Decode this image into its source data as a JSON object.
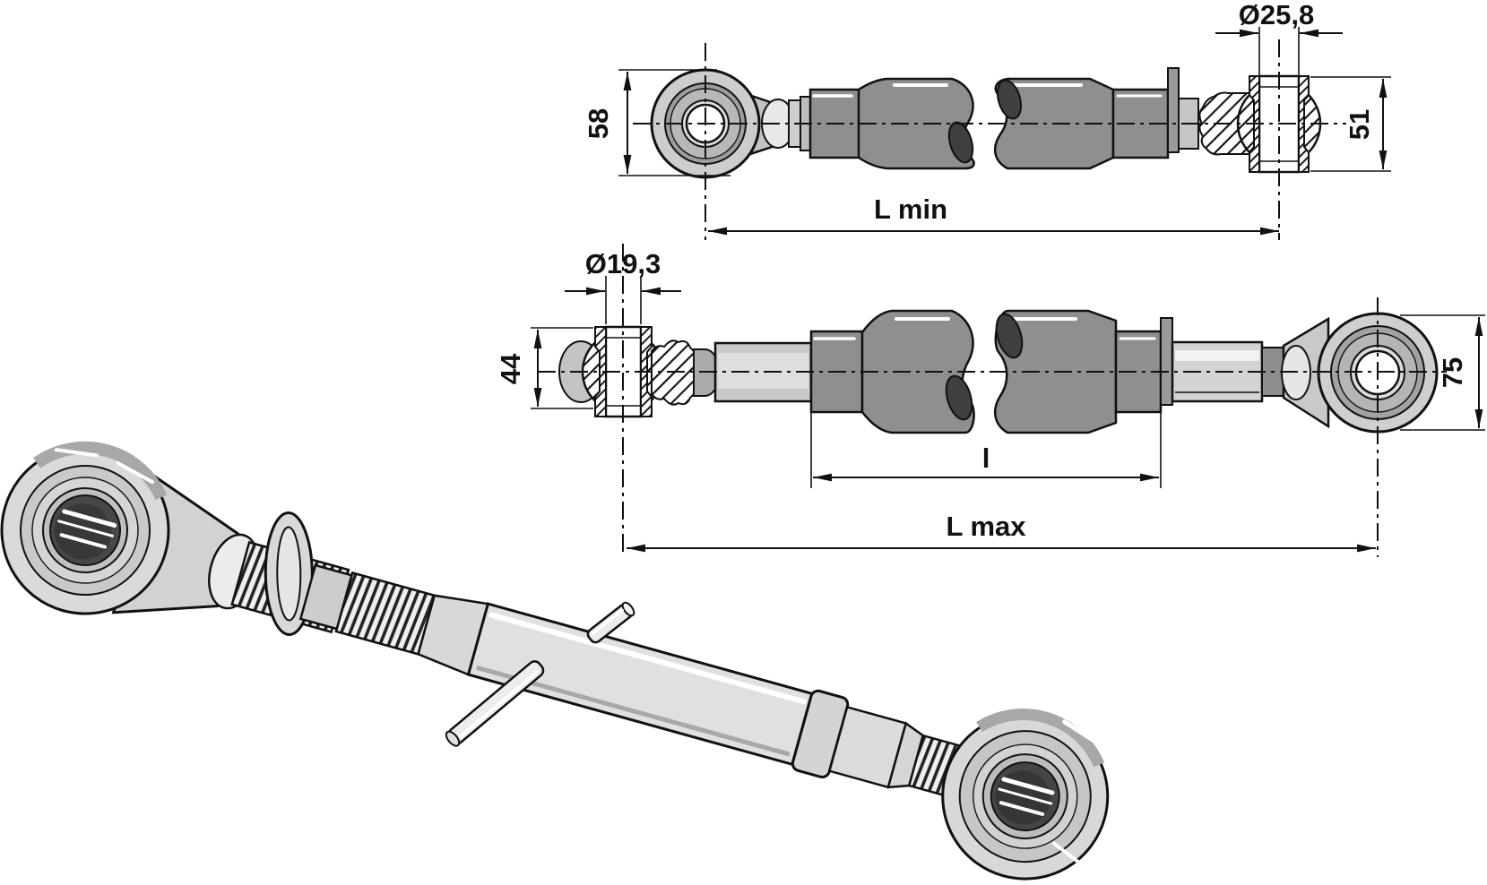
{
  "figure": {
    "type": "technical-drawing",
    "background": "#ffffff",
    "line_color": "#111111",
    "part_colors": {
      "tube_dark": "#8f8f8f",
      "shaft_light": "#c9c9c9",
      "body_gray": "#cdcdcd",
      "bore_dark": "#474747",
      "highlight": "#ffffff"
    },
    "views": {
      "retracted": {
        "dims": {
          "bore_diameter": "Ø25,8",
          "eye_outer": "58",
          "ball_outer": "51",
          "overall_length": "L min"
        }
      },
      "extended": {
        "dims": {
          "bore_diameter": "Ø19,3",
          "ball_outer": "44",
          "eye_outer": "75",
          "thread_length": "l",
          "overall_length": "L max"
        }
      }
    }
  }
}
